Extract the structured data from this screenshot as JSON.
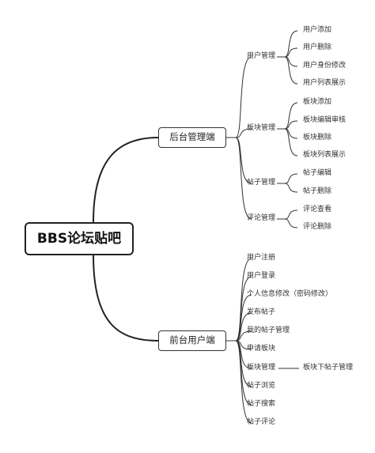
{
  "root": "BBS论坛贴吧",
  "branches": {
    "backend": {
      "label": "后台管理端",
      "groups": {
        "users": {
          "label": "用户管理",
          "items": [
            "用户添加",
            "用户删除",
            "用户身份修改",
            "用户列表展示"
          ]
        },
        "boards": {
          "label": "板块管理",
          "items": [
            "板块添加",
            "板块编辑审核",
            "板块删除",
            "板块列表展示"
          ]
        },
        "posts": {
          "label": "帖子管理",
          "items": [
            "帖子编辑",
            "帖子删除"
          ]
        },
        "comments": {
          "label": "评论管理",
          "items": [
            "评论查看",
            "评论删除"
          ]
        }
      }
    },
    "frontend": {
      "label": "前台用户端",
      "items": [
        "用户注册",
        "用户登录",
        "个人信息修改（密码修改）",
        "发布帖子",
        "我的帖子管理",
        "申请板块",
        "板块管理",
        "帖子浏览",
        "帖子搜索",
        "帖子评论"
      ],
      "board_manage_child": "板块下帖子管理"
    }
  },
  "colors": {
    "line": "#333333",
    "text": "#333333",
    "border": "#222222"
  }
}
